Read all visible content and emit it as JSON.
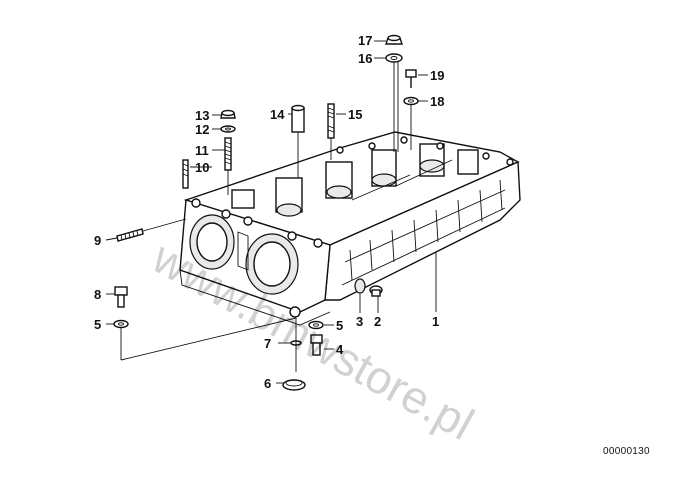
{
  "watermark": "www.bmwstore.pl",
  "document_id": "00000130",
  "callouts": [
    {
      "id": "17",
      "label": "17"
    },
    {
      "id": "16",
      "label": "16"
    },
    {
      "id": "19",
      "label": "19"
    },
    {
      "id": "18",
      "label": "18"
    },
    {
      "id": "13",
      "label": "13"
    },
    {
      "id": "12",
      "label": "12"
    },
    {
      "id": "11",
      "label": "11"
    },
    {
      "id": "10",
      "label": "10"
    },
    {
      "id": "14",
      "label": "14"
    },
    {
      "id": "15",
      "label": "15"
    },
    {
      "id": "9",
      "label": "9"
    },
    {
      "id": "8",
      "label": "8"
    },
    {
      "id": "5a",
      "label": "5"
    },
    {
      "id": "5b",
      "label": "5"
    },
    {
      "id": "3",
      "label": "3"
    },
    {
      "id": "2",
      "label": "2"
    },
    {
      "id": "1",
      "label": "1"
    },
    {
      "id": "7",
      "label": "7"
    },
    {
      "id": "4",
      "label": "4"
    },
    {
      "id": "6",
      "label": "6"
    }
  ]
}
